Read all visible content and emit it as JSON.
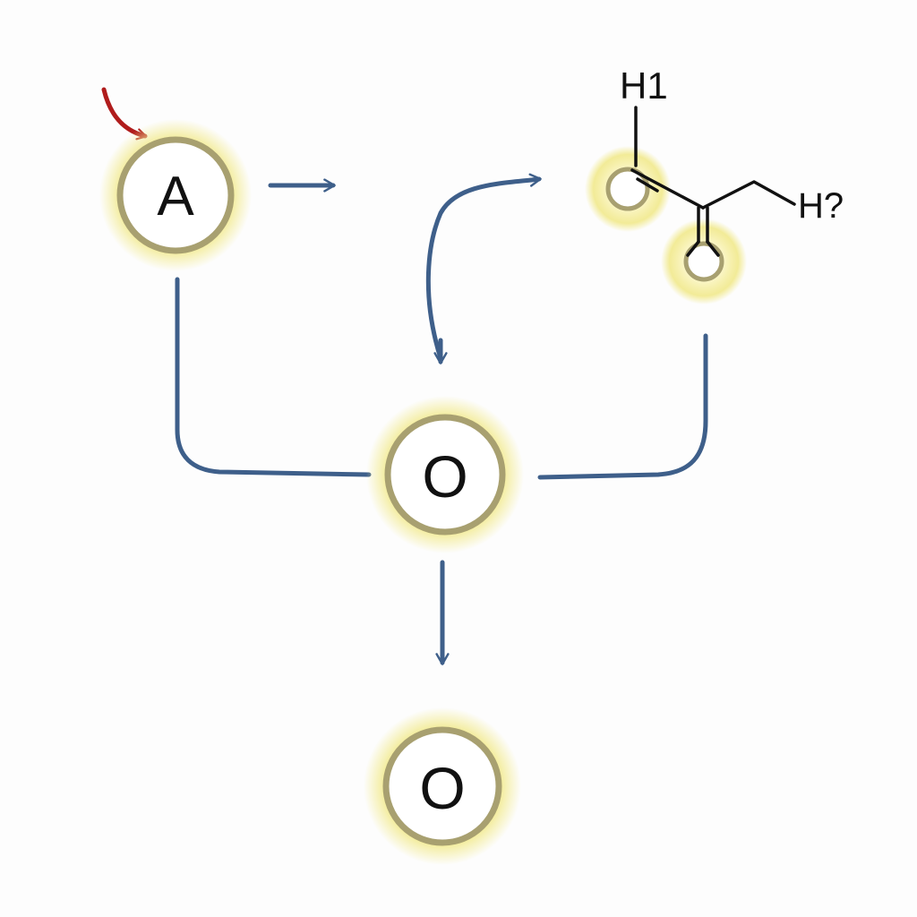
{
  "colors": {
    "background": "#fdfdfd",
    "connector": "#3e5f8a",
    "start_arrow": "#b01c1c",
    "glow": "#f3ec9a",
    "ring": "#a8a070",
    "bond": "#111111"
  },
  "nodes": {
    "a": {
      "label": "A"
    },
    "center": {
      "label": "O"
    },
    "bottom": {
      "label": "O"
    }
  },
  "molecule": {
    "top_label": "H1",
    "right_label": "H?"
  }
}
